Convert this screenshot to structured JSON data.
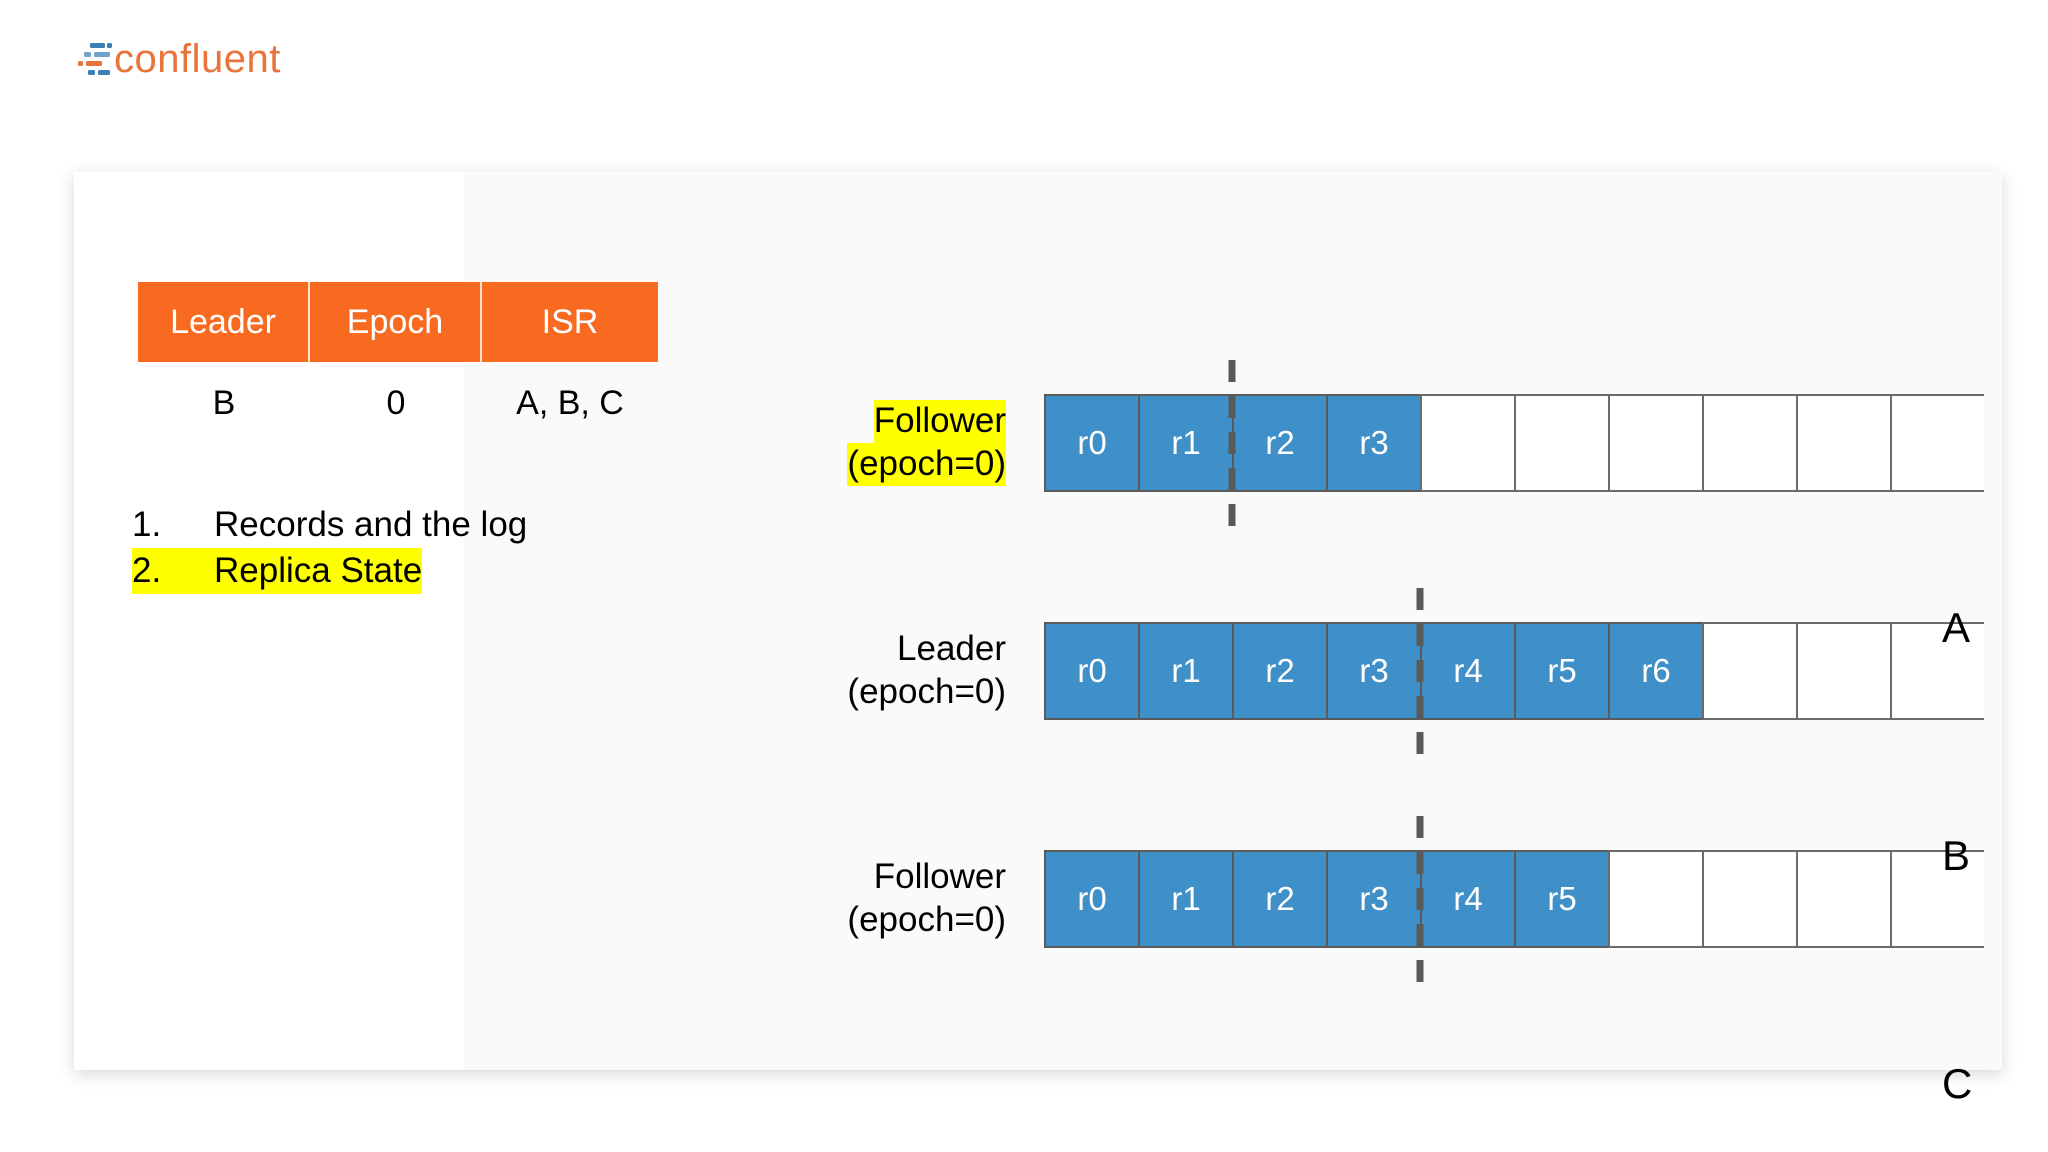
{
  "brand": {
    "name": "confluent",
    "logo_icon": "confluent-logo-icon",
    "accent_color": "#e8743b"
  },
  "table": {
    "headers": [
      "Leader",
      "Epoch",
      "ISR"
    ],
    "row": [
      "B",
      "0",
      "A, B, C"
    ],
    "header_bg": "#f96a21",
    "header_text_color": "#ffffff"
  },
  "notes": {
    "items": [
      {
        "num": "1.",
        "text": "Records and the log",
        "highlighted": false
      },
      {
        "num": "2.",
        "text": "Replica State",
        "highlighted": true
      }
    ],
    "highlight_color": "#ffff00"
  },
  "diagram": {
    "cell_fill_color": "#3f90c8",
    "marker_color": "#5a5a5a",
    "total_slots": 10,
    "replicas": [
      {
        "tag": "A",
        "role": "Follower",
        "epoch_label": "(epoch=0)",
        "highlighted": true,
        "records": [
          "r0",
          "r1",
          "r2",
          "r3"
        ],
        "high_watermark_after": 2
      },
      {
        "tag": "B",
        "role": "Leader",
        "epoch_label": "(epoch=0)",
        "highlighted": false,
        "records": [
          "r0",
          "r1",
          "r2",
          "r3",
          "r4",
          "r5",
          "r6"
        ],
        "high_watermark_after": 4
      },
      {
        "tag": "C",
        "role": "Follower",
        "epoch_label": "(epoch=0)",
        "highlighted": false,
        "records": [
          "r0",
          "r1",
          "r2",
          "r3",
          "r4",
          "r5"
        ],
        "high_watermark_after": 4
      }
    ]
  }
}
